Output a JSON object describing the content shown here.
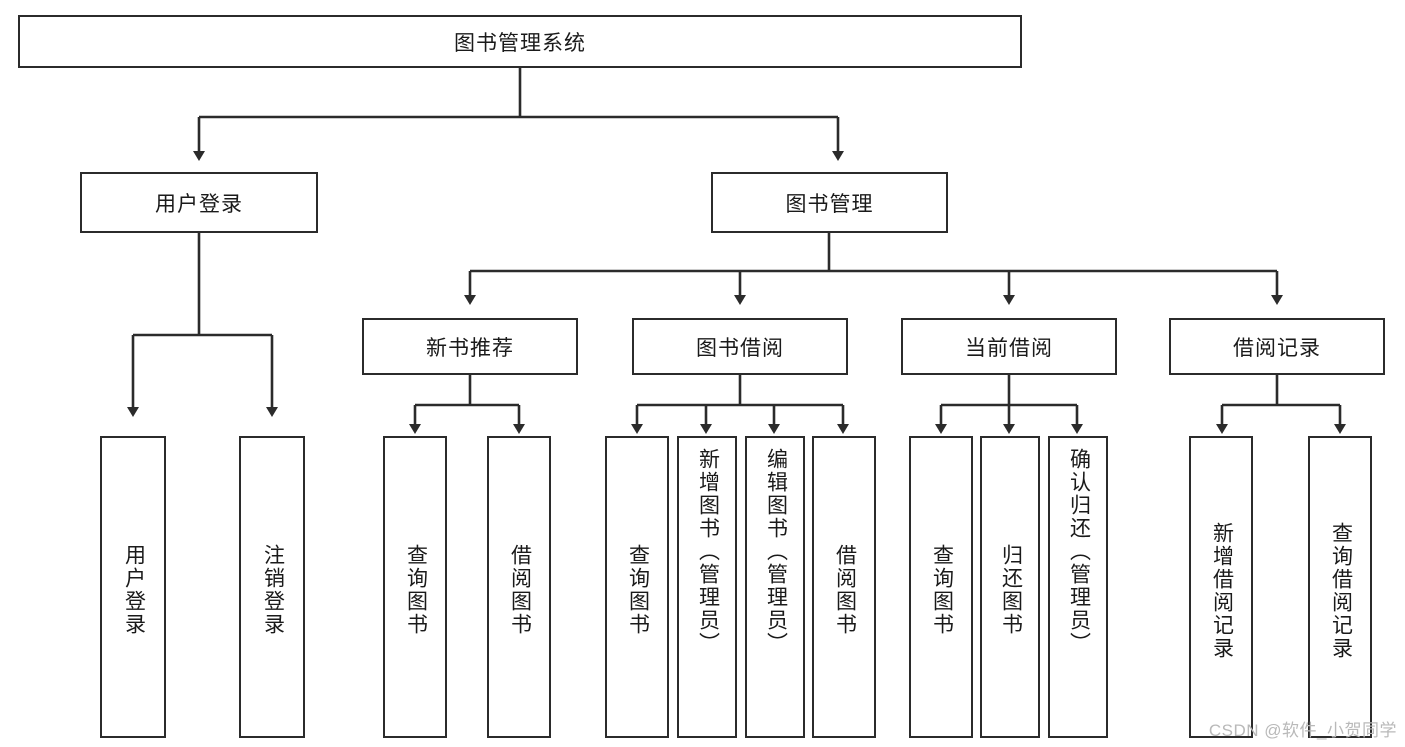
{
  "diagram": {
    "type": "tree-hierarchy",
    "title": "图书管理系统",
    "root": {
      "label": "图书管理系统"
    },
    "level1": [
      {
        "id": "user-login",
        "label": "用户登录"
      },
      {
        "id": "book-management",
        "label": "图书管理"
      }
    ],
    "level2": [
      {
        "id": "new-book-recommend",
        "label": "新书推荐",
        "parent": "book-management"
      },
      {
        "id": "book-borrow",
        "label": "图书借阅",
        "parent": "book-management"
      },
      {
        "id": "current-borrow",
        "label": "当前借阅",
        "parent": "book-management"
      },
      {
        "id": "borrow-record",
        "label": "借阅记录",
        "parent": "book-management"
      }
    ],
    "leaves": {
      "user_login": [
        {
          "id": "leaf-user-login",
          "label": "用户登录"
        },
        {
          "id": "leaf-user-logout",
          "label": "注销登录"
        }
      ],
      "new_book_recommend": [
        {
          "id": "leaf-query-book-1",
          "label": "查询图书"
        },
        {
          "id": "leaf-borrow-book-1",
          "label": "借阅图书"
        }
      ],
      "book_borrow": [
        {
          "id": "leaf-query-book-2",
          "label": "查询图书"
        },
        {
          "id": "leaf-add-book",
          "label": "新增图书（管理员）"
        },
        {
          "id": "leaf-edit-book",
          "label": "编辑图书（管理员）"
        },
        {
          "id": "leaf-borrow-book-2",
          "label": "借阅图书"
        }
      ],
      "current_borrow": [
        {
          "id": "leaf-query-book-3",
          "label": "查询图书"
        },
        {
          "id": "leaf-return-book",
          "label": "归还图书"
        },
        {
          "id": "leaf-confirm-return",
          "label": "确认归还（管理员）"
        }
      ],
      "borrow_record": [
        {
          "id": "leaf-add-borrow-record",
          "label": "新增借阅记录"
        },
        {
          "id": "leaf-query-borrow-record",
          "label": "查询借阅记录"
        }
      ]
    },
    "colors": {
      "stroke": "#2b2b2b",
      "fill": "#ffffff",
      "text": "#1a1a1a",
      "watermark": "#b9b9b9"
    }
  },
  "watermark": {
    "text": "CSDN @软件_小贺同学"
  }
}
